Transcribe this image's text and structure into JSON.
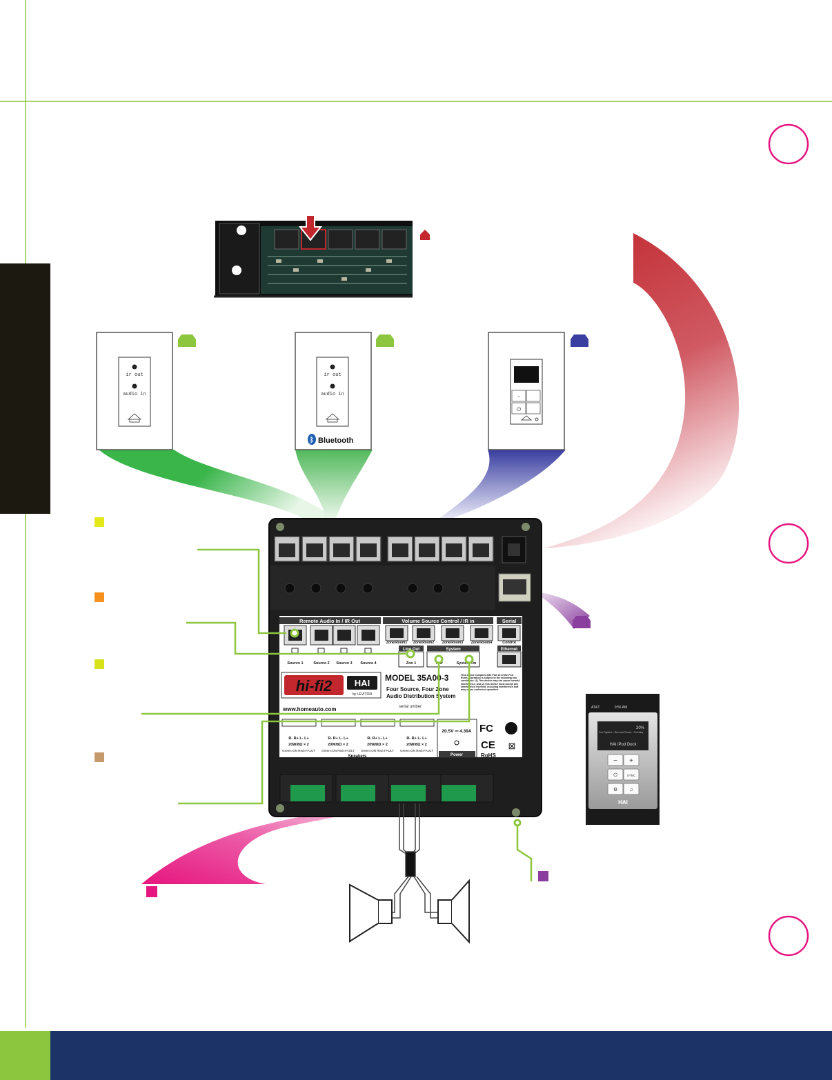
{
  "colors": {
    "accent_green": "#8cc63f",
    "navy": "#1b3366",
    "sidebar_dark": "#1c1a10",
    "callout_pink": "#e6157f",
    "red": "#c1272d",
    "blue": "#3a3ea0",
    "purple": "#8a3f9e",
    "yellow": "#e3e81a",
    "orange": "#f5901e",
    "tan": "#c49a6c"
  },
  "icons": {
    "rack_jack": "red-jack-icon",
    "audio_plate_jack": "green-jack-icon",
    "bluetooth_plate_jack": "green-jack-icon",
    "volume_plate_jack": "blue-jack-icon",
    "ethernet_jack": "purple-jack-icon",
    "speaker_legend": "pink-square-icon",
    "ground_legend": "purple-square-icon",
    "legend_1": "yellow-square-icon",
    "legend_2": "orange-square-icon",
    "legend_3": "yellow-square-icon",
    "legend_4": "tan-square-icon"
  },
  "wall_plates": {
    "ir_out": "ir out",
    "audio_in": "audio in",
    "bluetooth": "Bluetooth"
  },
  "hub": {
    "remote_audio_header": "Remote Audio In / IR Out",
    "volume_source_header": "Volume Source Control / IR in",
    "serial_header": "Serial",
    "serial_label": "Control",
    "ethernet_header": "Ethernet",
    "sources": [
      "Source 1",
      "Source 2",
      "Source 3",
      "Source 4"
    ],
    "zones": [
      "Zone/Room1",
      "Zone/Room2",
      "Zone/Room3",
      "Zone/Room4"
    ],
    "line_out_header": "Line Out",
    "line_out_label": "Zon 1",
    "system_header": "System",
    "system_power": "Pwr",
    "system_on": "System On",
    "logo": "hi-fi2",
    "brand": "HAI",
    "brand_sub": "by LEVITON",
    "model": "MODEL 35A00-3",
    "description_1": "Four Source, Four Zone",
    "description_2": "Audio Distribution System",
    "serial_number_label": "serial umber",
    "website": "www.homeauto.com",
    "fcc_text": "This device complies with Part 15 of the FCC Rules. Operation is subject to the following two conditions: (1) This device may not cause harmful interference, and (2) this device must accept any interference received, including interference that may cause undesired operation.",
    "speaker_blocks": [
      {
        "pins": "R-  R+  L-  L+",
        "rating": "20W/8Ω × 2",
        "status": "Green=ON  Red=FAULT"
      },
      {
        "pins": "R-  R+  L-  L+",
        "rating": "20W/8Ω × 2",
        "status": "Green=ON  Red=FAULT"
      },
      {
        "pins": "R-  R+  L-  L+",
        "rating": "20W/8Ω × 2",
        "status": "Green=ON  Red=FAULT"
      },
      {
        "pins": "R-  R+  L-  L+",
        "rating": "20W/8Ω × 2",
        "status": "Green=ON  Red=FAULT"
      }
    ],
    "speakers_label": "Speakers",
    "power_rating": "20.5V ⎓ 4.39A",
    "power_label": "Power",
    "fc": "FC",
    "ce": "CE",
    "rohs": "RoHS"
  },
  "phone": {
    "carrier": "AT&T",
    "time": "9:56 AM",
    "volume": "20%",
    "now_playing": "Foo Fighters - Best and Roses - Foreblay",
    "dock_name": "HAI iPod Dock",
    "minus": "−",
    "plus": "+",
    "sync": "SYNC",
    "brand": "HAI"
  }
}
